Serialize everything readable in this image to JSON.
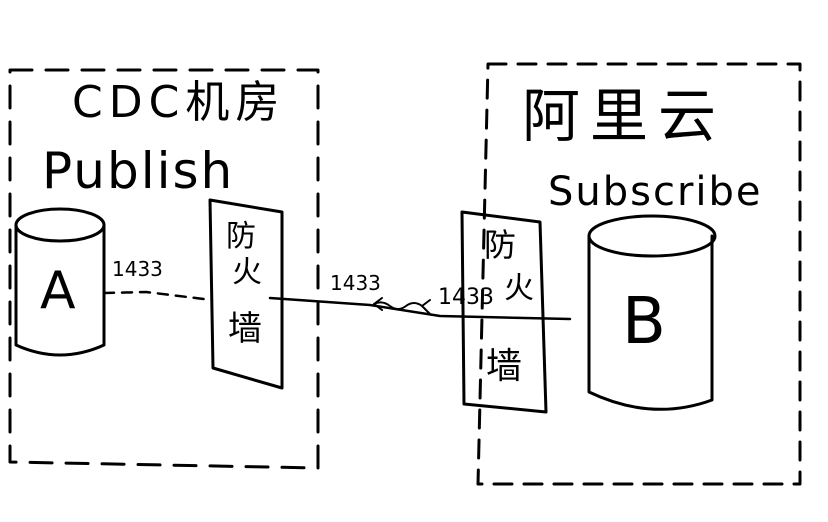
{
  "left_zone": {
    "title": "CDC机房",
    "role": "Publish",
    "db_label": "A",
    "firewall": [
      "防",
      "火",
      "墙"
    ],
    "port": "1433"
  },
  "middle": {
    "port": "1433"
  },
  "right_zone": {
    "title": "阿里云",
    "role": "Subscribe",
    "db_label": "B",
    "firewall": [
      "防",
      "火",
      "墙"
    ],
    "port": "1433"
  },
  "colors": {
    "ink": "#000000",
    "background": "#ffffff"
  }
}
